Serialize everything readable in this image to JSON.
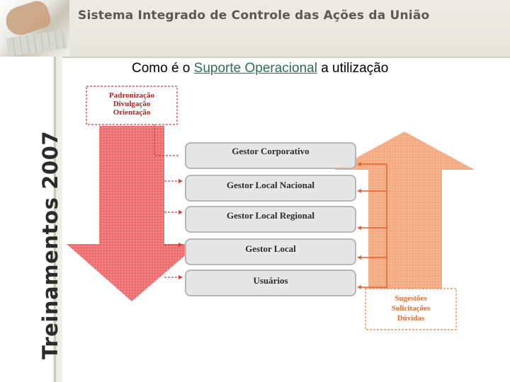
{
  "header": {
    "app_title": "Sistema Integrado de Controle das Ações da União"
  },
  "sidebar": {
    "vertical_label": "Treinamentos 2007"
  },
  "slide": {
    "heading_pre": "Como é o ",
    "heading_link": "Suporte Operacional",
    "heading_post": " a utilização"
  },
  "diagram": {
    "top_note": [
      "Padronização",
      "Divulgação",
      "Orientação"
    ],
    "bottom_note": [
      "Sugestões",
      "Solicitações",
      "Dúvidas"
    ],
    "levels": [
      "Gestor Corporativo",
      "Gestor Local Nacional",
      "Gestor Local Regional",
      "Gestor Local",
      "Usuários"
    ]
  },
  "colors": {
    "down_arrow": "#f26a6a",
    "up_arrow": "#f7a77a",
    "box_fill": "#e6e6e6",
    "box_border": "#b7b7b7"
  }
}
